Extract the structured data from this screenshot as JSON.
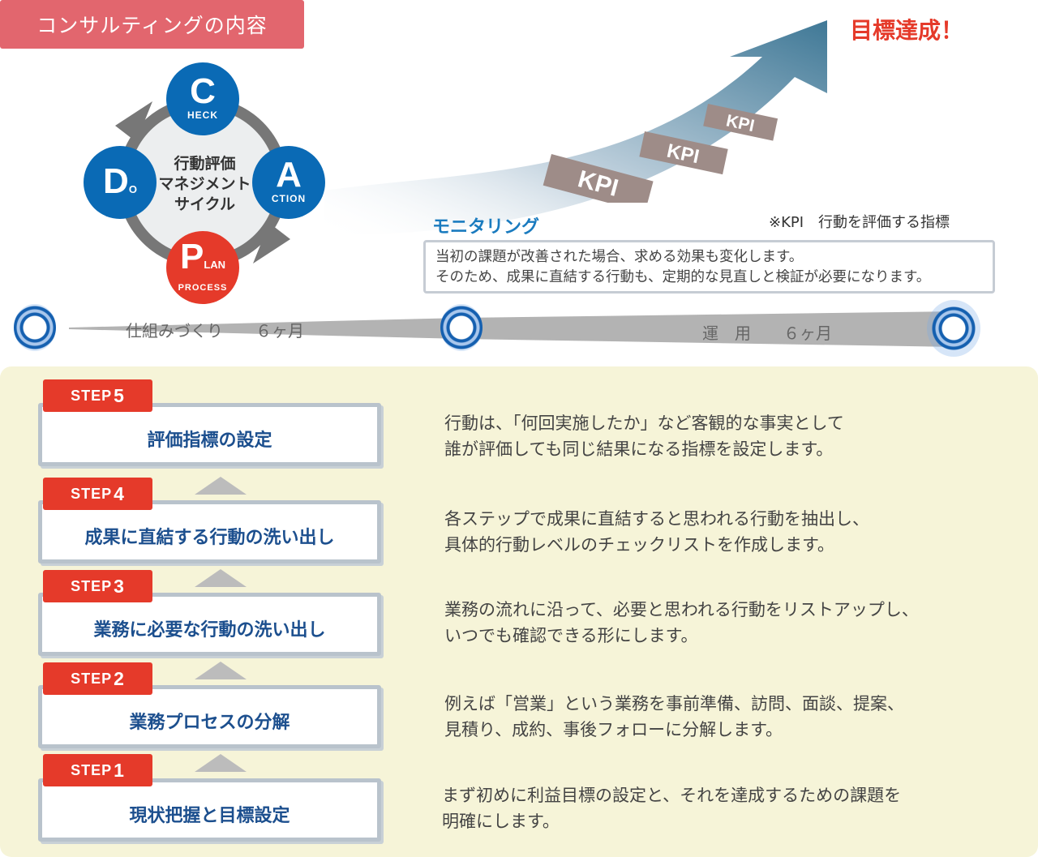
{
  "title": "コンサルティングの内容",
  "cycle": {
    "center_lines": [
      "行動評価",
      "マネジメント",
      "サイクル"
    ],
    "check": {
      "big": "C",
      "small": "HECK"
    },
    "do": {
      "big": "D",
      "small": "O"
    },
    "action": {
      "big": "A",
      "small": "CTION"
    },
    "plan": {
      "big": "P",
      "small": "LAN",
      "sub": "PROCESS"
    }
  },
  "goal": "目標達成！",
  "kpi_tags": [
    "KPI",
    "KPI",
    "KPI"
  ],
  "monitoring": {
    "label": "モニタリング",
    "note": "※KPI　行動を評価する指標",
    "lines": [
      "当初の課題が改善された場合、求める効果も変化します。",
      "そのため、成果に直結する行動も、定期的な見直しと検証が必要になります。"
    ]
  },
  "timeline": {
    "phase1": "仕組みづくり　　６ヶ月",
    "phase2": "運　用　　６ヶ月"
  },
  "steps": [
    {
      "tag": "STEP",
      "num": "5",
      "title": "評価指標の設定",
      "desc": [
        "行動は、「何回実施したか」など客観的な事実として",
        "誰が評価しても同じ結果になる指標を設定します。"
      ]
    },
    {
      "tag": "STEP",
      "num": "4",
      "title": "成果に直結する行動の洗い出し",
      "desc": [
        "各ステップで成果に直結すると思われる行動を抽出し、",
        "具体的行動レベルのチェックリストを作成します。"
      ]
    },
    {
      "tag": "STEP",
      "num": "3",
      "title": "業務に必要な行動の洗い出し",
      "desc": [
        "業務の流れに沿って、必要と思われる行動をリストアップし、",
        "いつでも確認できる形にします。"
      ]
    },
    {
      "tag": "STEP",
      "num": "2",
      "title": "業務プロセスの分解",
      "desc": [
        "例えば「営業」という業務を事前準備、訪問、面談、提案、",
        "見積り、成約、事後フォローに分解します。"
      ]
    },
    {
      "tag": "STEP",
      "num": "1",
      "title": "現状把握と目標設定",
      "desc": [
        "まず初めに利益目標の設定と、それを達成するための課題を",
        "明確にします。"
      ]
    }
  ],
  "colors": {
    "banner": "#e2666e",
    "blue": "#0a6ab5",
    "red": "#e53a2a",
    "panel": "#f6f4d8"
  }
}
